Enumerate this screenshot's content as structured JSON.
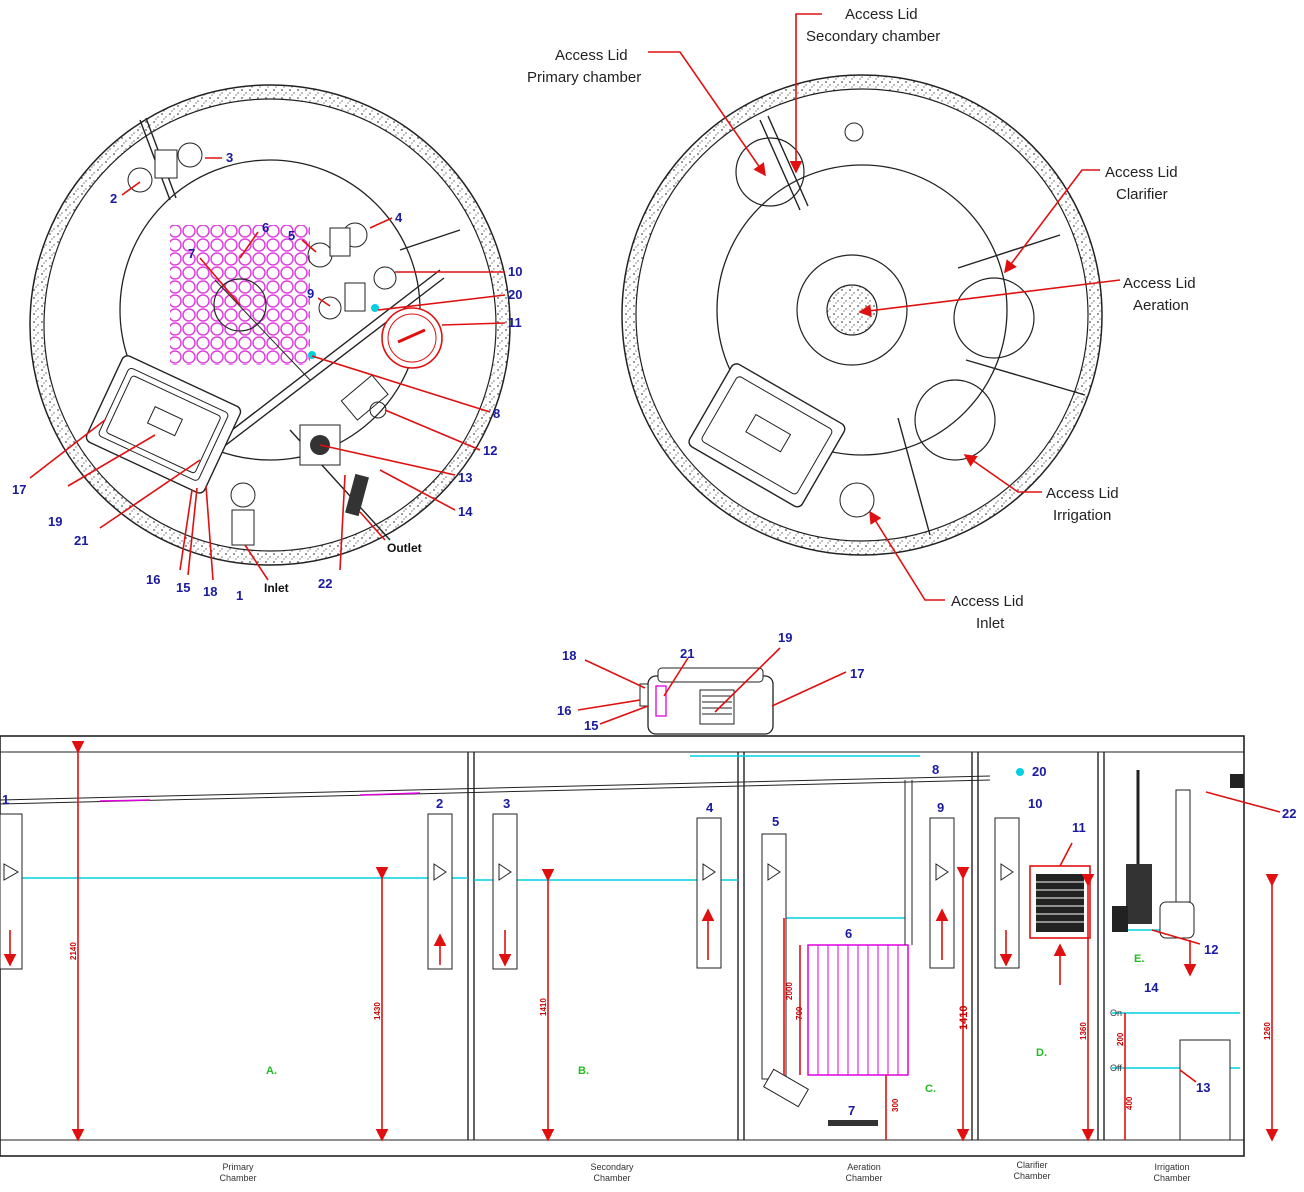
{
  "plan_left": {
    "numbers": [
      "1",
      "2",
      "3",
      "4",
      "5",
      "6",
      "7",
      "8",
      "9",
      "10",
      "11",
      "12",
      "13",
      "14",
      "15",
      "16",
      "17",
      "18",
      "19",
      "20",
      "21",
      "22"
    ],
    "inlet_label": "Inlet",
    "outlet_label": "Outlet"
  },
  "plan_right": {
    "lid_primary": [
      "Access Lid",
      "Primary chamber"
    ],
    "lid_secondary": [
      "Access Lid",
      "Secondary chamber"
    ],
    "lid_clarifier": [
      "Access Lid",
      "Clarifier"
    ],
    "lid_aeration": [
      "Access Lid",
      "Aeration"
    ],
    "lid_irrigation": [
      "Access Lid",
      "Irrigation"
    ],
    "lid_inlet": [
      "Access Lid",
      "Inlet"
    ]
  },
  "section": {
    "zones": [
      "A.",
      "B.",
      "C.",
      "D.",
      "E."
    ],
    "chambers": [
      [
        "Primary",
        "Chamber"
      ],
      [
        "Secondary",
        "Chamber"
      ],
      [
        "Aeration",
        "Chamber"
      ],
      [
        "Clarifier",
        "Chamber"
      ],
      [
        "Irrigation",
        "Chamber"
      ]
    ],
    "dims": {
      "d2140": "2140",
      "d1430": "1430",
      "d1410a": "1410",
      "d1410b": "1410",
      "d2000": "2000",
      "d700": "700",
      "d300": "300",
      "d1360": "1360",
      "d200": "200",
      "d400": "400",
      "d1260": "1260"
    },
    "on_label": "On",
    "off_label": "Off",
    "numbers": {
      "n1": "1",
      "n2": "2",
      "n3": "3",
      "n4": "4",
      "n5": "5",
      "n6": "6",
      "n7": "7",
      "n8": "8",
      "n9": "9",
      "n10": "10",
      "n11": "11",
      "n12": "12",
      "n13": "13",
      "n14": "14",
      "n15": "15",
      "n16": "16",
      "n17": "17",
      "n18": "18",
      "n19": "19",
      "n20": "20",
      "n21": "21",
      "n22": "22"
    }
  },
  "colors": {
    "leader": "#e01010",
    "number": "#1a1aa0",
    "water": "#00d0e0",
    "diffuser": "#e000e0",
    "zone": "#22bb22"
  }
}
